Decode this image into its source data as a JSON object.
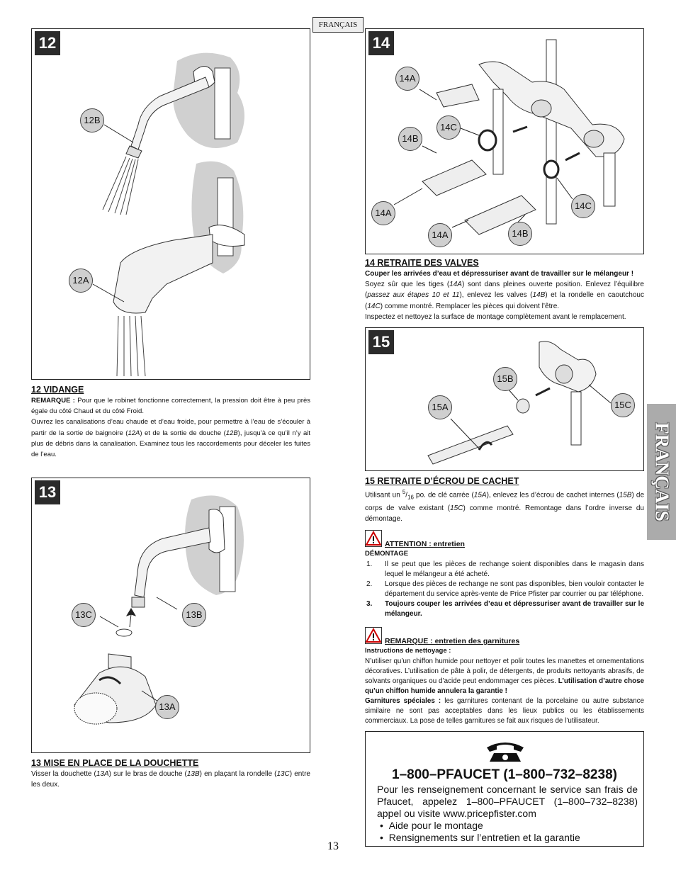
{
  "header": {
    "lang": "FRANÇAIS"
  },
  "side_tab": {
    "label": "FRANÇAIS"
  },
  "step12": {
    "num": "12",
    "callouts": [
      "12B",
      "12A"
    ],
    "heading": "12  VIDANGE",
    "remark_label": "REMARQUE :",
    "remark_text": " Pour que le robinet fonctionne correctement, la pression doit être à peu près égale du côté Chaud et du côté Froid.",
    "para_a": "Ouvrez les canalisations d’eau chaude et d’eau froide, pour permettre à l’eau de s’écouler à partir de la sortie de baignoire (",
    "para_a_ref1": "12A",
    "para_a_mid": ") et de la sortie de douche (",
    "para_a_ref2": "12B",
    "para_a_end": "), jusqu’à ce qu’il n’y ait plus de débris dans la canalisation.  Examinez tous les raccordements pour déceler les fuites de l’eau."
  },
  "step13": {
    "num": "13",
    "callouts": [
      "13C",
      "13B",
      "13A"
    ],
    "heading": "13  MISE EN PLACE DE LA DOUCHETTE",
    "text_a": "Visser la douchette (",
    "ref1": "13A",
    "text_b": ") sur le bras de douche (",
    "ref2": "13B",
    "text_c": ") en plaçant la rondelle (",
    "ref3": "13C",
    "text_d": ") entre les deux."
  },
  "step14": {
    "num": "14",
    "callouts": [
      "14A",
      "14C",
      "14B",
      "14A",
      "14A",
      "14B",
      "14C"
    ],
    "heading": "14  RETRAITE DES VALVES",
    "bold_line": "Couper les arrivées d’eau et dépressuriser avant de travailler sur le mélangeur !",
    "text_a": "Soyez sûr que les tiges (",
    "ref1": "14A",
    "text_b": ") sont dans pleines ouverte position.  Enlevez l’équilibre (",
    "ref2": "passez aux étapes 10 et 11",
    "text_c": "), enlevez les valves (",
    "ref3": "14B",
    "text_d": ") et la rondelle en caoutchouc (",
    "ref4": "14C",
    "text_e": ") comme montré.  Remplacer les pièces qui doivent l’être.",
    "text_f": "Inspectez et nettoyez la surface de montage complètement avant le remplacement."
  },
  "step15": {
    "num": "15",
    "callouts": [
      "15B",
      "15A",
      "15C"
    ],
    "heading": "15  RETRAITE D’ÉCROU DE CACHET",
    "text_a": "Utilisant un ",
    "frac_num": "5",
    "frac_den": "16",
    "text_b": " po. de clé carrée (",
    "ref1": "15A",
    "text_c": "), enlevez les d’écrou de cachet internes (",
    "ref2": "15B",
    "text_d": ") de corps de valve existant (",
    "ref3": "15C",
    "text_e": ") comme montré. Remontage dans l’ordre inverse du démontage."
  },
  "attention": {
    "title": "ATTENTION : entretien",
    "subtitle": "DÉMONTAGE",
    "items": [
      {
        "n": "1.",
        "t": "Il se peut que les pièces de rechange soient disponibles dans le magasin dans lequel le mélangeur a été acheté."
      },
      {
        "n": "2.",
        "t": "Lorsque des pièces de rechange ne sont pas disponibles, bien vouloir contacter le département du service après-vente de Price Pfister par courrier ou par téléphone."
      },
      {
        "n": "3.",
        "t": "Toujours couper les arrivées d’eau et dépressuriser avant de travailler sur le mélangeur."
      }
    ]
  },
  "remarque": {
    "title": "REMARQUE : entretien des garnitures",
    "subtitle": "Instructions de nettoyage :",
    "p1a": "N’utiliser qu’un chiffon humide pour nettoyer et polir toutes les manettes et ornementations décoratives. L’utilisation de pâte à polir, de détergents, de produits nettoyants abrasifs, de solvants organiques ou d’acide peut endommager ces pièces. ",
    "p1b": "L’utilisation d’autre chose qu’un chiffon humide annulera la garantie !",
    "p2a": "Garnitures spéciales :",
    "p2b": " les garnitures contenant de la porcelaine ou autre substance similaire ne sont pas acceptables dans les lieux publics ou les établissements commerciaux. La pose de telles garnitures se fait aux risques de l’utilisateur."
  },
  "info": {
    "phone_title": "1–800–PFAUCET (1–800–732–8238)",
    "body": "Pour les renseignement concernant le service san frais de Pfaucet, appelez 1–800–PFAUCET (1–800–732–8238) appel ou visite www.pricepfister.com",
    "bullets": [
      "Aide pour le montage",
      "Rensignements sur l’entretien et la garantie"
    ]
  },
  "page_number": "13"
}
